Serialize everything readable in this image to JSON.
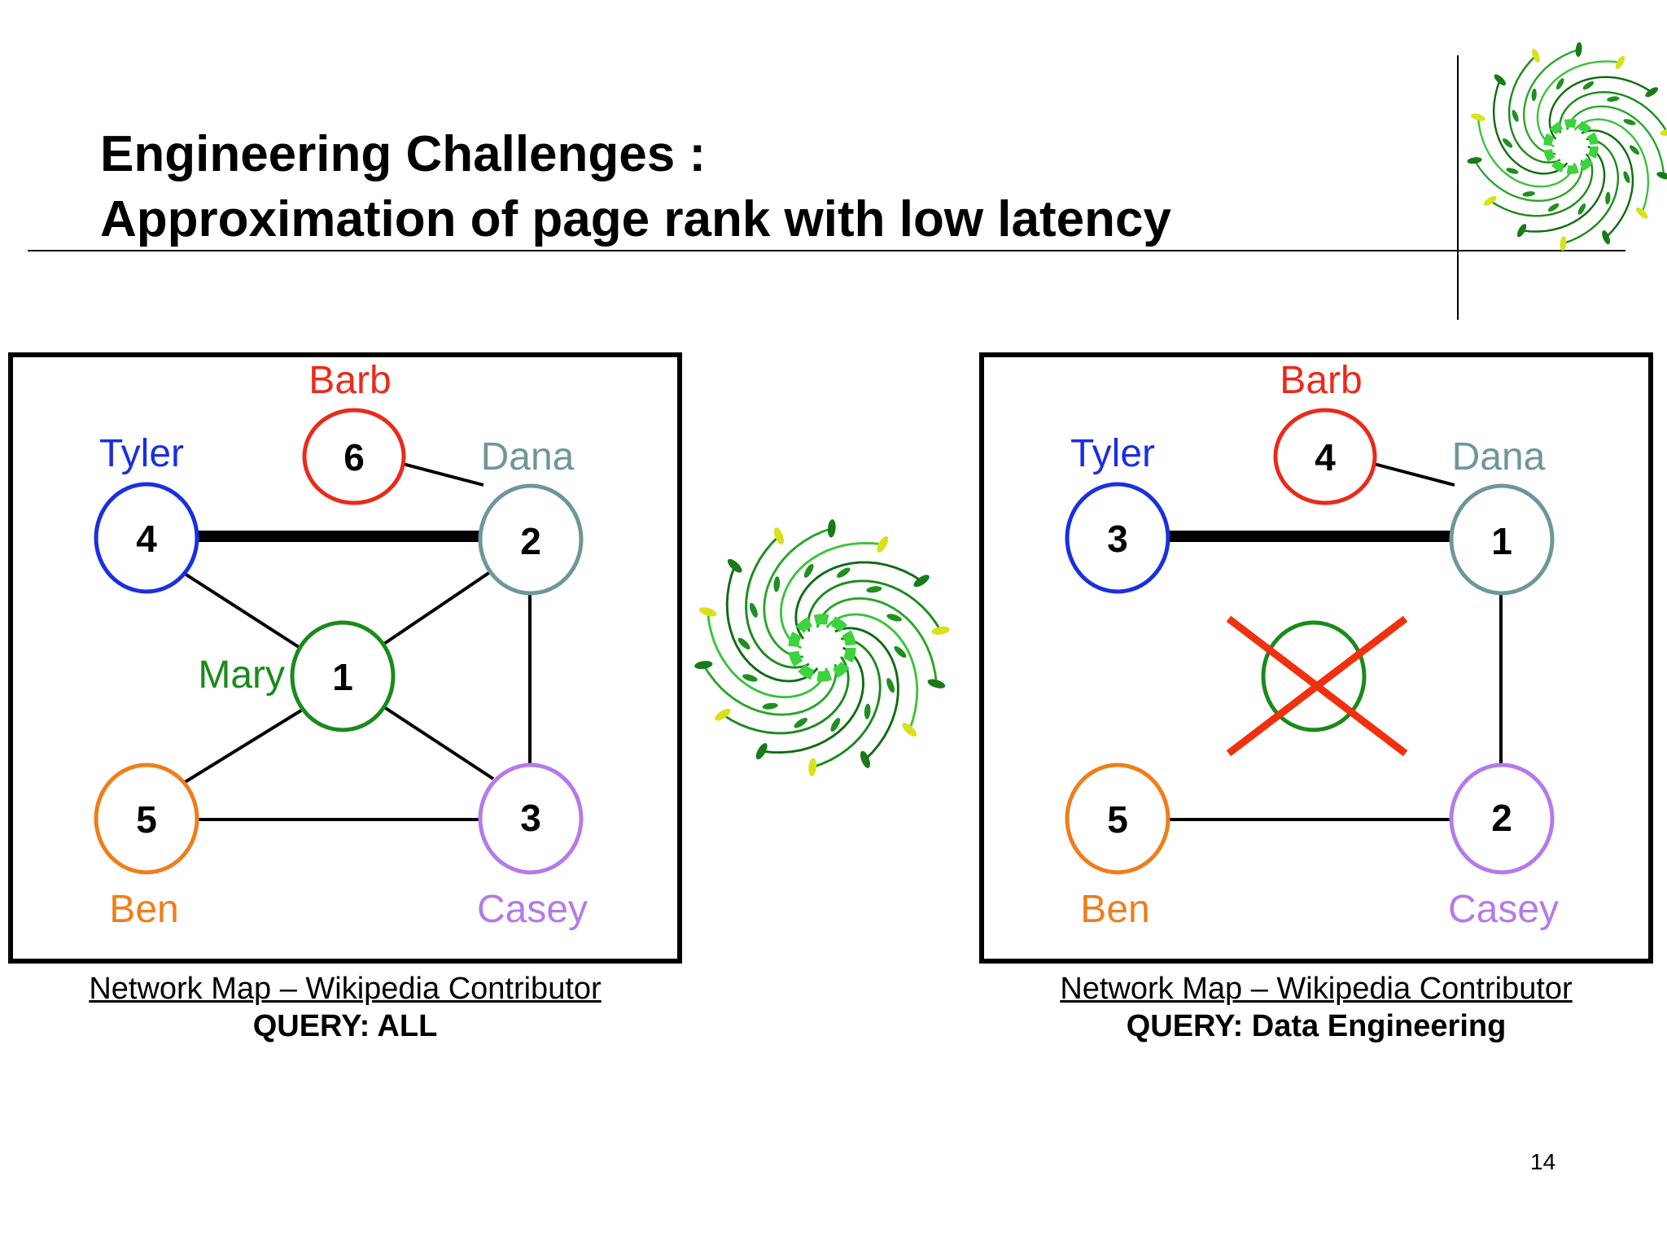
{
  "slide": {
    "title_line1": "Engineering Challenges :",
    "title_line2": "Approximation of page rank with low latency",
    "page_number": "14"
  },
  "logo_icon": "green-spiral-logo-icon",
  "colors": {
    "tyler": "#1a2fe0",
    "barb": "#ea2a1a",
    "dana": "#6f9699",
    "mary": "#1a8a1a",
    "ben": "#f07d1a",
    "casey": "#b57ae8",
    "cross": "#f0300f"
  },
  "panels": [
    {
      "caption_title": "Network Map – Wikipedia Contributor",
      "caption_query": "QUERY: ALL",
      "nodes": [
        {
          "name": "Barb",
          "rank": "6"
        },
        {
          "name": "Tyler",
          "rank": "4"
        },
        {
          "name": "Dana",
          "rank": "2"
        },
        {
          "name": "Mary",
          "rank": "1"
        },
        {
          "name": "Ben",
          "rank": "5"
        },
        {
          "name": "Casey",
          "rank": "3"
        }
      ],
      "edges": [
        [
          "Barb",
          "Dana"
        ],
        [
          "Tyler",
          "Dana"
        ],
        [
          "Tyler",
          "Mary"
        ],
        [
          "Dana",
          "Mary"
        ],
        [
          "Dana",
          "Casey"
        ],
        [
          "Mary",
          "Ben"
        ],
        [
          "Mary",
          "Casey"
        ],
        [
          "Ben",
          "Casey"
        ]
      ]
    },
    {
      "caption_title": "Network Map – Wikipedia Contributor",
      "caption_query": "QUERY: Data Engineering",
      "nodes": [
        {
          "name": "Barb",
          "rank": "4"
        },
        {
          "name": "Tyler",
          "rank": "3"
        },
        {
          "name": "Dana",
          "rank": "1"
        },
        {
          "name": "Ben",
          "rank": "5"
        },
        {
          "name": "Casey",
          "rank": "2"
        }
      ],
      "removed_node": "Mary",
      "edges": [
        [
          "Barb",
          "Dana"
        ],
        [
          "Tyler",
          "Dana"
        ],
        [
          "Dana",
          "Casey"
        ],
        [
          "Ben",
          "Casey"
        ]
      ]
    }
  ]
}
